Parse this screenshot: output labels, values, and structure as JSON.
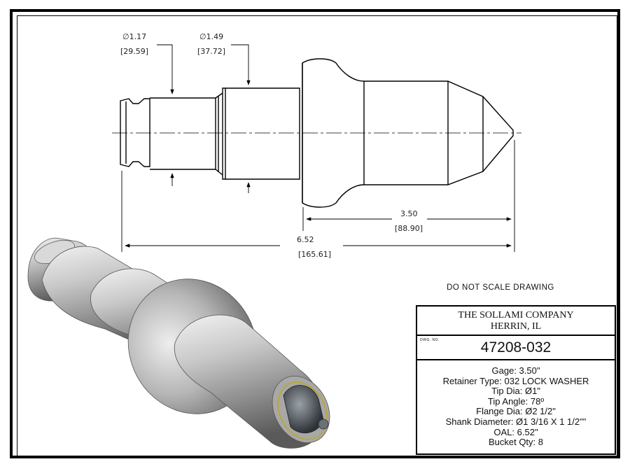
{
  "drawing": {
    "dimensions": {
      "dia_groove": {
        "primary": "∅1.17",
        "secondary": "[29.59]"
      },
      "dia_shank": {
        "primary": "∅1.49",
        "secondary": "[37.72]"
      },
      "gage_length": {
        "primary": "3.50",
        "secondary": "[88.90]"
      },
      "overall_length": {
        "primary": "6.52",
        "secondary": "[165.61]"
      }
    },
    "note": "DO NOT SCALE DRAWING"
  },
  "title_block": {
    "company_line1": "THE SOLLAMI COMPANY",
    "company_line2": "HERRIN, IL",
    "dwg_label": "DWG. NO.",
    "dwg_number": "47208-032",
    "specs": [
      "Gage: 3.50\"",
      "Retainer Type: 032 LOCK WASHER",
      "Tip Dia: Ø1\"",
      "Tip Angle: 78º",
      "Flange Dia: Ø2 1/2\"",
      "Shank Diameter: Ø1 3/16 X 1 1/2\"\"",
      "OAL: 6.52\"",
      "Bucket Qty: 8"
    ]
  }
}
